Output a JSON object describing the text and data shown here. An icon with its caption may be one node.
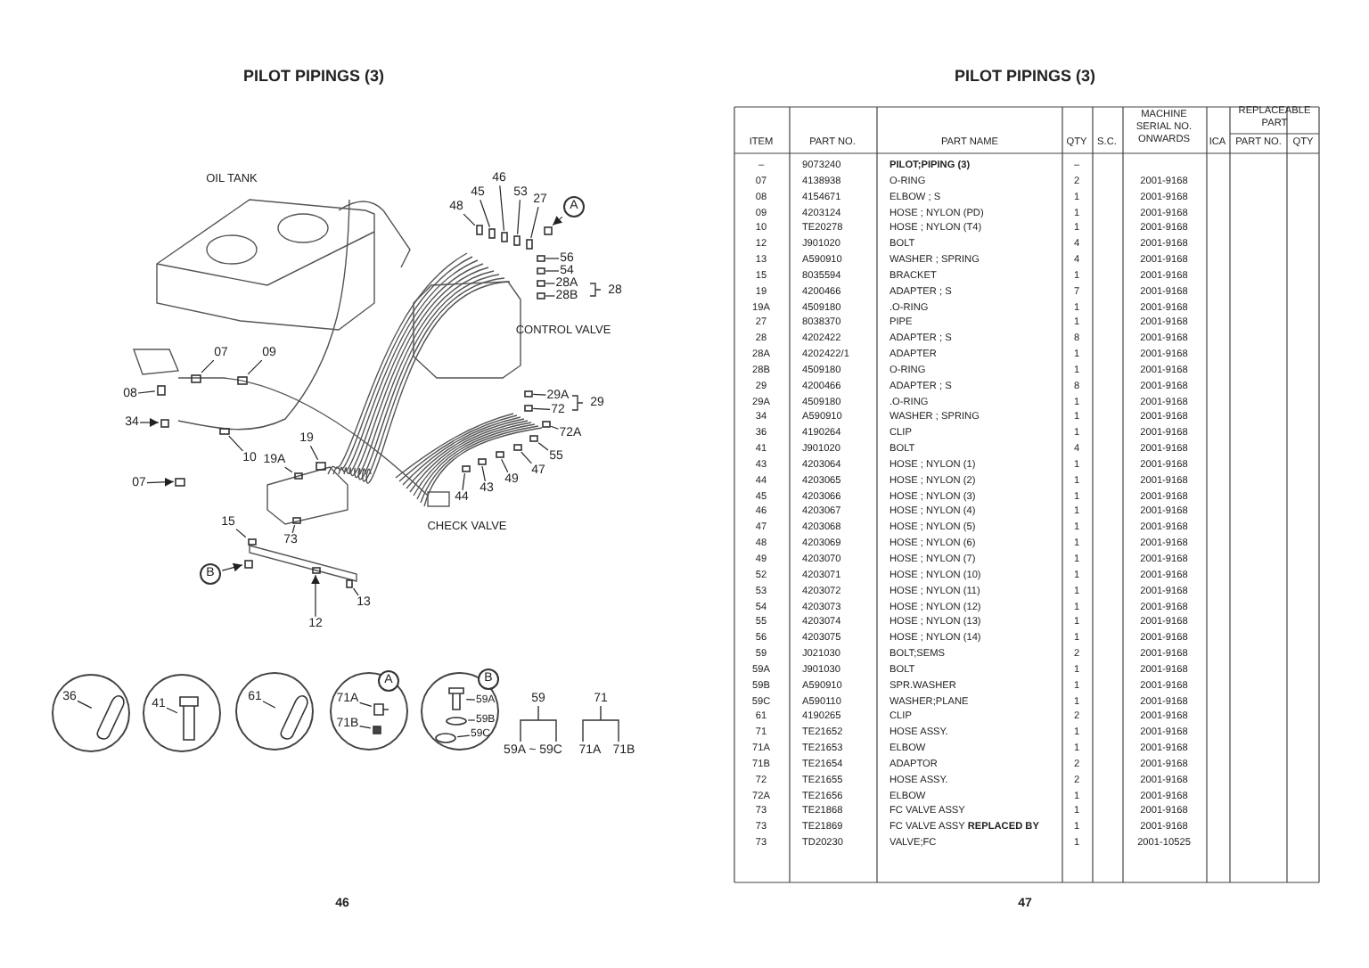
{
  "diagram": {
    "nodes": [
      {
        "text": [
          "48"
        ]
      },
      {
        "text": [
          "45"
        ]
      },
      {
        "text": [
          "46"
        ]
      },
      {
        "text": [
          "53"
        ]
      },
      {
        "text": [
          "27"
        ]
      },
      {
        "text": [
          "A"
        ]
      },
      {
        "text": [
          "56"
        ]
      },
      {
        "text": [
          "54"
        ]
      },
      {
        "text": [
          "28A"
        ]
      },
      {
        "text": [
          "28B"
        ]
      },
      {
        "text": [
          "07"
        ]
      },
      {
        "text": [
          "09"
        ]
      },
      {
        "text": [
          "08"
        ]
      },
      {
        "text": [
          "34"
        ]
      },
      {
        "text": [
          "10"
        ]
      },
      {
        "text": [
          "19"
        ]
      },
      {
        "text": [
          "19A"
        ]
      },
      {
        "text": [
          "07"
        ]
      },
      {
        "text": [
          "15"
        ]
      },
      {
        "text": [
          "73"
        ]
      },
      {
        "text": [
          "B"
        ]
      },
      {
        "text": [
          "13"
        ]
      },
      {
        "text": [
          "12"
        ]
      },
      {
        "text": [
          "29A"
        ]
      },
      {
        "text": [
          "72"
        ]
      },
      {
        "text": [
          "72A"
        ]
      },
      {
        "text": [
          "55"
        ]
      },
      {
        "text": [
          "47"
        ]
      },
      {
        "text": [
          "49"
        ]
      },
      {
        "text": [
          "43"
        ]
      },
      {
        "text": [
          "44"
        ]
      },
      {
        "text": [],
        "shape": "circle"
      },
      {
        "text": [
          "36"
        ],
        "in": 31
      },
      {
        "text": [],
        "shape": "circle"
      },
      {
        "text": [
          "41"
        ],
        "in": 33
      },
      {
        "text": [],
        "shape": "circle"
      },
      {
        "text": [
          "61"
        ],
        "in": 35
      },
      {
        "text": [],
        "shape": "circle"
      },
      {
        "text": [
          "A"
        ],
        "in": 37
      },
      {
        "text": [
          "71A"
        ],
        "in": 37
      },
      {
        "text": [
          "71B"
        ],
        "in": 37
      },
      {
        "text": [],
        "shape": "circle"
      },
      {
        "text": [
          "B"
        ],
        "in": 41
      },
      {
        "text": [
          "59A"
        ],
        "in": 41
      },
      {
        "text": [
          "59B"
        ],
        "in": 41
      },
      {
        "text": [
          "59C"
        ],
        "in": 41
      },
      {
        "text": [],
        "shape": "box"
      },
      {
        "text": [],
        "shape": "box"
      },
      {
        "text": [],
        "shape": "box"
      },
      {
        "text": [],
        "shape": "box"
      },
      {
        "text": [],
        "shape": "box"
      },
      {
        "text": [],
        "shape": "box"
      },
      {
        "text": [],
        "shape": "box"
      },
      {
        "text": [],
        "shape": "box"
      },
      {
        "text": [],
        "shape": "box"
      },
      {
        "text": [],
        "shape": "box"
      },
      {
        "text": [],
        "shape": "box"
      },
      {
        "text": [],
        "shape": "box"
      },
      {
        "text": [],
        "shape": "box"
      },
      {
        "text": [],
        "shape": "box"
      },
      {
        "text": [],
        "shape": "box"
      },
      {
        "text": [],
        "shape": "box"
      },
      {
        "text": [],
        "shape": "box"
      },
      {
        "text": [],
        "shape": "box"
      },
      {
        "text": [],
        "shape": "box"
      },
      {
        "text": [],
        "shape": "box"
      },
      {
        "text": [],
        "shape": "box"
      },
      {
        "text": [],
        "shape": "box"
      },
      {
        "text": [],
        "shape": "box"
      },
      {
        "text": [],
        "shape": "box"
      },
      {
        "text": [],
        "shape": "box"
      },
      {
        "text": [],
        "shape": "box"
      },
      {
        "text": [],
        "shape": "box"
      },
      {
        "text": [],
        "shape": "box"
      },
      {
        "text": [],
        "shape": "box"
      },
      {
        "text": [],
        "shape": "box"
      },
      {
        "text": [],
        "shape": "box"
      },
      {
        "text": [],
        "shape": "picture",
        "in": 31
      },
      {
        "text": [],
        "shape": "picture",
        "in": 33
      },
      {
        "text": [],
        "shape": "picture",
        "in": 35
      },
      {
        "text": [],
        "shape": "picture",
        "in": 37
      },
      {
        "text": [],
        "shape": "box",
        "in": 37
      },
      {
        "text": [],
        "shape": "picture",
        "in": 41
      },
      {
        "text": [],
        "shape": "circle",
        "in": 41
      },
      {
        "text": [],
        "shape": "circle",
        "in": 41
      }
    ],
    "edges": [
      {
        "from": 0,
        "to": 46,
        "arrow": "none"
      },
      {
        "from": 1,
        "to": 47,
        "arrow": "none"
      },
      {
        "from": 2,
        "to": 48,
        "arrow": "none"
      },
      {
        "from": 3,
        "to": 49,
        "arrow": "none"
      },
      {
        "from": 4,
        "to": 50,
        "arrow": "none"
      },
      {
        "from": 5,
        "to": 51,
        "arrow": "to"
      },
      {
        "from": 6,
        "to": 52,
        "arrow": "none"
      },
      {
        "from": 7,
        "to": 53,
        "arrow": "none"
      },
      {
        "from": 8,
        "to": 54,
        "arrow": "none"
      },
      {
        "from": 9,
        "to": 55,
        "arrow": "none"
      },
      {
        "from": 10,
        "to": 56,
        "arrow": "none"
      },
      {
        "from": 11,
        "to": 57,
        "arrow": "none"
      },
      {
        "from": 12,
        "to": 58,
        "arrow": "none"
      },
      {
        "from": 13,
        "to": 59,
        "arrow": "to"
      },
      {
        "from": 14,
        "to": 60,
        "arrow": "none"
      },
      {
        "from": 15,
        "to": 61,
        "arrow": "none"
      },
      {
        "from": 16,
        "to": 62,
        "arrow": "none"
      },
      {
        "from": 17,
        "to": 63,
        "arrow": "to"
      },
      {
        "from": 18,
        "to": 64,
        "arrow": "none"
      },
      {
        "from": 19,
        "to": 65,
        "arrow": "none"
      },
      {
        "from": 20,
        "to": 66,
        "arrow": "to"
      },
      {
        "from": 21,
        "to": 67,
        "arrow": "none"
      },
      {
        "from": 22,
        "to": 68,
        "arrow": "to"
      },
      {
        "from": 23,
        "to": 69,
        "arrow": "none"
      },
      {
        "from": 24,
        "to": 70,
        "arrow": "none"
      },
      {
        "from": 25,
        "to": 71,
        "arrow": "none"
      },
      {
        "from": 26,
        "to": 72,
        "arrow": "none"
      },
      {
        "from": 27,
        "to": 73,
        "arrow": "none"
      },
      {
        "from": 28,
        "to": 74,
        "arrow": "none"
      },
      {
        "from": 29,
        "to": 75,
        "arrow": "none"
      },
      {
        "from": 30,
        "to": 76,
        "arrow": "none"
      },
      {
        "from": 32,
        "to": 77,
        "arrow": "none"
      },
      {
        "from": 34,
        "to": 78,
        "arrow": "none"
      },
      {
        "from": 36,
        "to": 79,
        "arrow": "none"
      },
      {
        "from": 39,
        "to": 80,
        "arrow": "none"
      },
      {
        "from": 40,
        "to": 81,
        "arrow": "none"
      },
      {
        "from": 43,
        "to": 82,
        "arrow": "none"
      },
      {
        "from": 44,
        "to": 83,
        "arrow": "none"
      },
      {
        "from": 45,
        "to": 84,
        "arrow": "none"
      }
    ],
    "labels": [
      "PILOT PIPINGS (3)",
      "OIL TANK",
      "CONTROL VALVE",
      "28",
      "29",
      "CHECK VALVE",
      "59",
      "71",
      "59A ~ 59C",
      "71A",
      "71B",
      "46",
      "PILOT PIPINGS (3)",
      "ITEM",
      "PART NO.",
      "PART NAME",
      "QTY",
      "S.C.",
      "MACHINE SERIAL NO. ONWARDS",
      "ICA",
      "REPLACEABLE PART",
      "PART NO.",
      "QTY",
      "–",
      "9073240",
      "**PILOT;PIPING (3)**",
      "–",
      "07",
      "4138938",
      "O-RING",
      "2",
      "2001-9168",
      "08",
      "4154671",
      "ELBOW ; S",
      "1",
      "2001-9168",
      "09",
      "4203124",
      "HOSE ; NYLON (PD)",
      "1",
      "2001-9168",
      "10",
      "TE20278",
      "HOSE ; NYLON (T4)",
      "1",
      "2001-9168",
      "12",
      "J901020",
      "BOLT",
      "4",
      "2001-9168",
      "13",
      "A590910",
      "WASHER ; SPRING",
      "4",
      "2001-9168",
      "15",
      "8035594",
      "BRACKET",
      "1",
      "2001-9168",
      "19",
      "4200466",
      "ADAPTER ; S",
      "7",
      "2001-9168",
      "19A",
      "4509180",
      ".O-RING",
      "1",
      "2001-9168",
      "27",
      "8038370",
      "PIPE",
      "1",
      "2001-9168",
      "28",
      "4202422",
      "ADAPTER ; S",
      "8",
      "2001-9168",
      "28A",
      "4202422/1",
      "ADAPTER",
      "1",
      "2001-9168",
      "28B",
      "4509180",
      "O-RING",
      "1",
      "2001-9168",
      "29",
      "4200466",
      "ADAPTER ; S",
      "8",
      "2001-9168",
      "29A",
      "4509180",
      ".O-RING",
      "1",
      "2001-9168",
      "34",
      "A590910",
      "WASHER ; SPRING",
      "1",
      "2001-9168",
      "36",
      "4190264",
      "CLIP",
      "1",
      "2001-9168",
      "41",
      "J901020",
      "BOLT",
      "4",
      "2001-9168",
      "43",
      "4203064",
      "HOSE ; NYLON (1)",
      "1",
      "2001-9168",
      "44",
      "4203065",
      "HOSE ; NYLON (2)",
      "1",
      "2001-9168",
      "45",
      "4203066",
      "HOSE ; NYLON (3)",
      "1",
      "2001-9168",
      "46",
      "4203067",
      "HOSE ; NYLON (4)",
      "1",
      "2001-9168",
      "47",
      "4203068",
      "HOSE ; NYLON (5)",
      "1",
      "2001-9168",
      "48",
      "4203069",
      "HOSE ; NYLON (6)",
      "1",
      "2001-9168",
      "49",
      "4203070",
      "HOSE ; NYLON (7)",
      "1",
      "2001-9168",
      "52",
      "4203071",
      "HOSE ; NYLON (10)",
      "1",
      "2001-9168",
      "53",
      "4203072",
      "HOSE ; NYLON (11)",
      "1",
      "2001-9168",
      "54",
      "4203073",
      "HOSE ; NYLON (12)",
      "1",
      "2001-9168",
      "55",
      "4203074",
      "HOSE ; NYLON (13)",
      "1",
      "2001-9168",
      "56",
      "4203075",
      "HOSE ; NYLON (14)",
      "1",
      "2001-9168",
      "59",
      "J021030",
      "BOLT;SEMS",
      "2",
      "2001-9168",
      "59A",
      "J901030",
      "BOLT",
      "1",
      "2001-9168",
      "59B",
      "A590910",
      "SPR.WASHER",
      "1",
      "2001-9168",
      "59C",
      "A590110",
      "WASHER;PLANE",
      "1",
      "2001-9168",
      "61",
      "4190265",
      "CLIP",
      "2",
      "2001-9168",
      "71",
      "TE21652",
      "HOSE ASSY.",
      "1",
      "2001-9168",
      "71A",
      "TE21653",
      "ELBOW",
      "1",
      "2001-9168",
      "71B",
      "TE21654",
      "ADAPTOR",
      "2",
      "2001-9168",
      "72",
      "TE21655",
      "HOSE ASSY.",
      "2",
      "2001-9168",
      "72A",
      "TE21656",
      "ELBOW",
      "1",
      "2001-9168",
      "73",
      "TE21868",
      "FC VALVE ASSY",
      "1",
      "2001-9168",
      "73",
      "TE21869",
      "FC VALVE ASSY **REPLACED BY**",
      "1",
      "2001-9168",
      "73",
      "TD20230",
      "VALVE;FC",
      "1",
      "2001-10525",
      "47"
    ]
  }
}
